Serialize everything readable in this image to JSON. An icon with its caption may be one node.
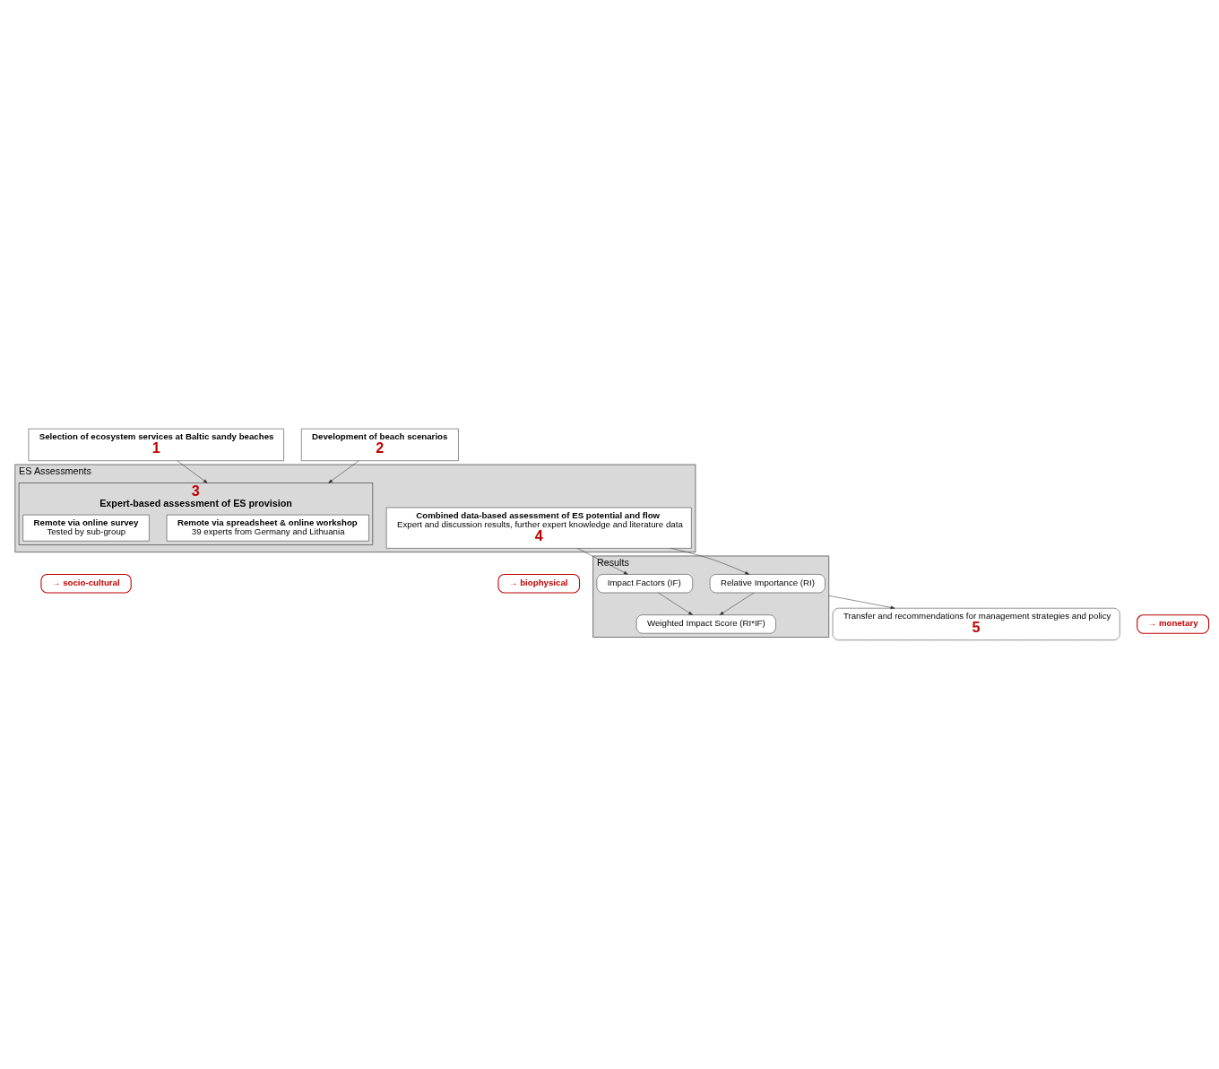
{
  "diagram": {
    "nodes": [
      {
        "text": [
          "Selection of ecosystem services at Baltic sandy beaches",
          "1"
        ]
      },
      {
        "text": [
          "Development of beach scenarios",
          "2"
        ]
      },
      {
        "text": [
          "ES Assessments"
        ]
      },
      {
        "text": [
          "3",
          "Expert-based assessment of ES provision"
        ],
        "in": 2
      },
      {
        "text": [
          "Remote via spreadsheet & online workshop",
          "39 experts from Germany and Lithuania"
        ],
        "in": 3
      },
      {
        "text": [
          "Remote via online survey",
          "Tested by sub-group"
        ],
        "in": 3
      },
      {
        "text": [
          "→ socio-cultural"
        ]
      },
      {
        "text": [
          "Combined data-based assessment of ES potential and flow",
          "Expert and discussion results, further expert knowledge and literature data",
          "4"
        ],
        "in": 2
      },
      {
        "text": [
          "→ biophysical"
        ]
      },
      {
        "text": [
          "Results"
        ]
      },
      {
        "text": [
          "Relative Importance (RI)"
        ],
        "in": 9
      },
      {
        "text": [
          "Impact Factors (IF)"
        ],
        "in": 9
      },
      {
        "text": [
          "Weighted Impact Score (RI*IF)"
        ],
        "in": 9
      },
      {
        "text": [
          "Transfer and recommendations for management strategies and policy",
          "5"
        ]
      },
      {
        "text": [
          "→ monetary"
        ]
      }
    ],
    "edges": [
      {
        "from": 0,
        "to": 3,
        "arrow": "to"
      },
      {
        "from": 1,
        "to": 3,
        "arrow": "to"
      },
      {
        "from": 7,
        "to": 10,
        "arrow": "to"
      },
      {
        "from": 7,
        "to": 11,
        "arrow": "to"
      },
      {
        "from": 10,
        "to": 12,
        "arrow": "to"
      },
      {
        "from": 11,
        "to": 12,
        "arrow": "to"
      },
      {
        "from": 9,
        "to": 13,
        "arrow": "to"
      }
    ]
  }
}
